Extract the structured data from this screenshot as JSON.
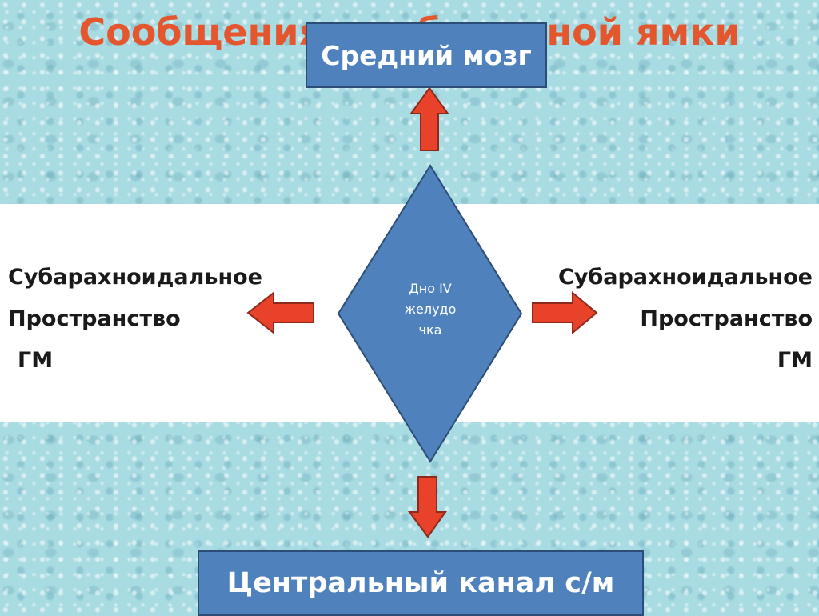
{
  "title": "Сообщения ромбовидной ямки",
  "top_box": {
    "label": "Средний мозг"
  },
  "bottom_box": {
    "label": "Центральный канал с/м"
  },
  "diamond": {
    "label": "Дно IV\nжелудо\nчка"
  },
  "left_text": {
    "line1": "Субарахноидальное",
    "line2": "Пространство",
    "line3": "ГМ"
  },
  "right_text": {
    "line1": "Субарахноидальное",
    "line2": "Пространство",
    "line3": "ГМ"
  },
  "colors": {
    "box_fill": "#4f81bd",
    "box_border": "#2c4d75",
    "arrow_fill": "#e8432a",
    "arrow_border": "#8c2a1c",
    "title": "#e4572e"
  }
}
